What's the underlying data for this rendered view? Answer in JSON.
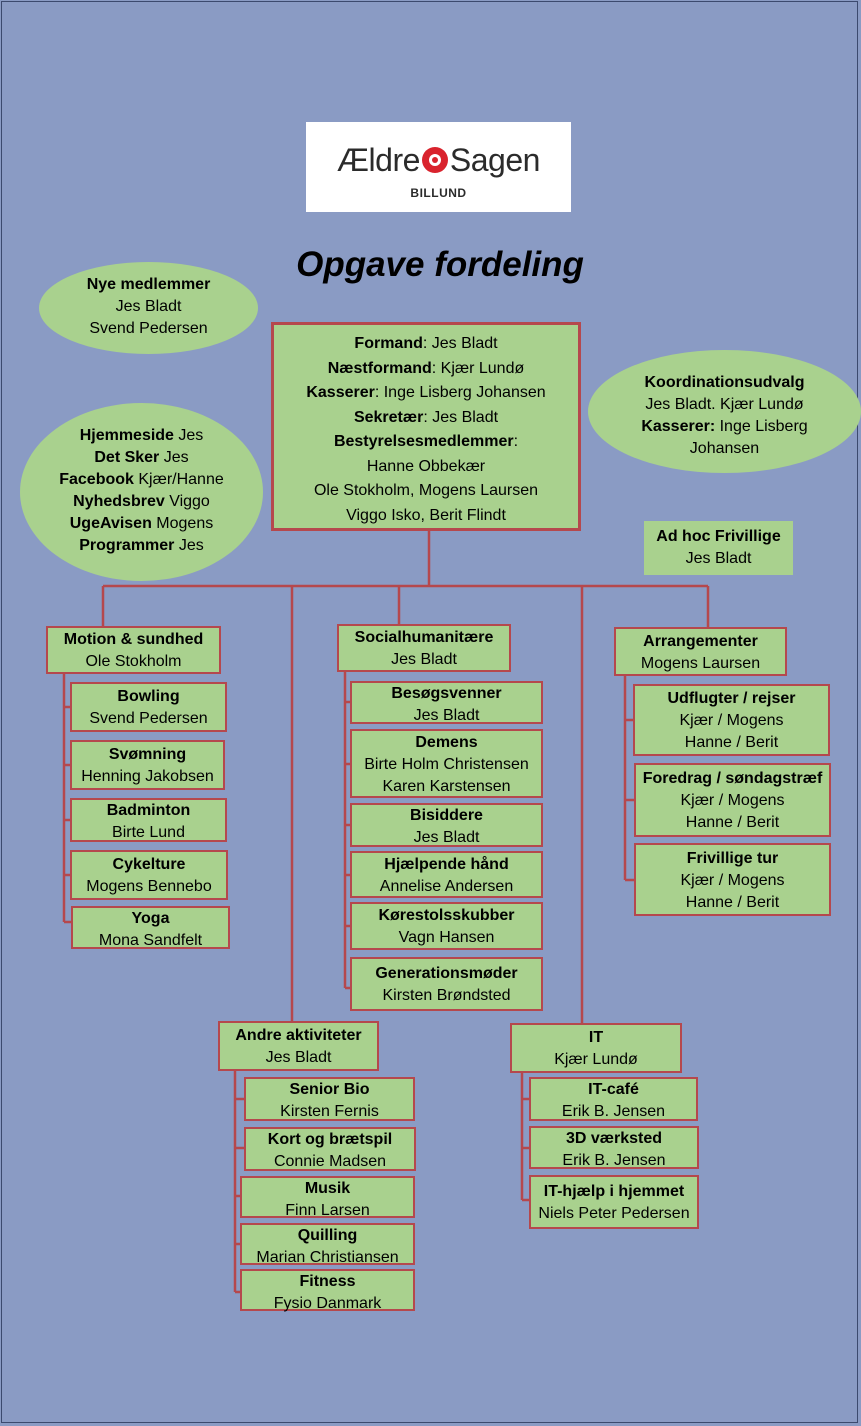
{
  "logo": {
    "brand_left": "Ældre",
    "brand_right": "Sagen",
    "city": "BILLUND"
  },
  "title": "Opgave fordeling",
  "board": {
    "rows": [
      {
        "label": "Formand",
        "value": ": Jes Bladt"
      },
      {
        "label": "Næstformand",
        "value": ": Kjær Lundø"
      },
      {
        "label": "Kasserer",
        "value": ": Inge Lisberg Johansen"
      },
      {
        "label": "Sekretær",
        "value": ": Jes Bladt"
      },
      {
        "label": "Bestyrelsesmedlemmer",
        "value": ":"
      },
      {
        "label": "",
        "value": "Hanne Obbekær"
      },
      {
        "label": "",
        "value": "Ole Stokholm, Mogens Laursen"
      },
      {
        "label": "",
        "value": "Viggo Isko, Berit Flindt"
      }
    ]
  },
  "nye_medlemmer": {
    "title": "Nye medlemmer",
    "lines": [
      "Jes Bladt",
      "Svend Pedersen"
    ]
  },
  "media": {
    "rows": [
      {
        "label": "Hjemmeside",
        "value": " Jes"
      },
      {
        "label": "Det Sker",
        "value": " Jes"
      },
      {
        "label": "Facebook",
        "value": " Kjær/Hanne"
      },
      {
        "label": "Nyhedsbrev",
        "value": " Viggo"
      },
      {
        "label": "UgeAvisen",
        "value": " Mogens"
      },
      {
        "label": "Programmer",
        "value": " Jes"
      }
    ]
  },
  "koordination": {
    "title": "Koordinationsudvalg",
    "line1": "Jes Bladt. Kjær Lundø",
    "label2": "Kasserer:",
    "value2": " Inge Lisberg",
    "line3": "Johansen"
  },
  "adhoc": {
    "title": "Ad hoc Frivillige",
    "sub": "Jes Bladt"
  },
  "motion": {
    "title": "Motion & sundhed",
    "sub": "Ole Stokholm",
    "items": [
      {
        "t": "Bowling",
        "s": "Svend Pedersen"
      },
      {
        "t": "Svømning",
        "s": "Henning Jakobsen"
      },
      {
        "t": "Badminton",
        "s": "Birte Lund"
      },
      {
        "t": "Cykelture",
        "s": "Mogens Bennebo"
      },
      {
        "t": "Yoga",
        "s": "Mona Sandfelt"
      }
    ]
  },
  "social": {
    "title": "Socialhumanitære",
    "sub": "Jes Bladt",
    "items": [
      {
        "t": "Besøgsvenner",
        "s": "Jes Bladt"
      },
      {
        "t": "Demens",
        "s": "Birte Holm Christensen",
        "s2": "Karen Karstensen"
      },
      {
        "t": "Bisiddere",
        "s": "Jes Bladt"
      },
      {
        "t": "Hjælpende hånd",
        "s": "Annelise Andersen"
      },
      {
        "t": "Kørestolsskubber",
        "s": "Vagn Hansen"
      },
      {
        "t": "Generationsmøder",
        "s": "Kirsten Brøndsted"
      }
    ]
  },
  "arrangementer": {
    "title": "Arrangementer",
    "sub": "Mogens Laursen",
    "items": [
      {
        "t": "Udflugter / rejser",
        "s": "Kjær / Mogens",
        "s2": "Hanne / Berit"
      },
      {
        "t": "Foredrag / søndagstræf",
        "s": "Kjær / Mogens",
        "s2": "Hanne / Berit"
      },
      {
        "t": "Frivillige tur",
        "s": "Kjær / Mogens",
        "s2": "Hanne / Berit"
      }
    ]
  },
  "andre": {
    "title": "Andre aktiviteter",
    "sub": "Jes Bladt",
    "items": [
      {
        "t": "Senior Bio",
        "s": "Kirsten Fernis"
      },
      {
        "t": "Kort og brætspil",
        "s": "Connie Madsen"
      },
      {
        "t": "Musik",
        "s": "Finn Larsen"
      },
      {
        "t": "Quilling",
        "s": "Marian Christiansen"
      },
      {
        "t": "Fitness",
        "s": "Fysio Danmark"
      }
    ]
  },
  "it": {
    "title": "IT",
    "sub": "Kjær Lundø",
    "items": [
      {
        "t": "IT-café",
        "s": "Erik B. Jensen"
      },
      {
        "t": "3D værksted",
        "s": "Erik B. Jensen"
      },
      {
        "t": "IT-hjælp i hjemmet",
        "s": "Niels Peter Pedersen"
      }
    ]
  },
  "colors": {
    "background": "#8a9bc4",
    "box_fill": "#a9d18e",
    "connector": "#b5484d"
  }
}
